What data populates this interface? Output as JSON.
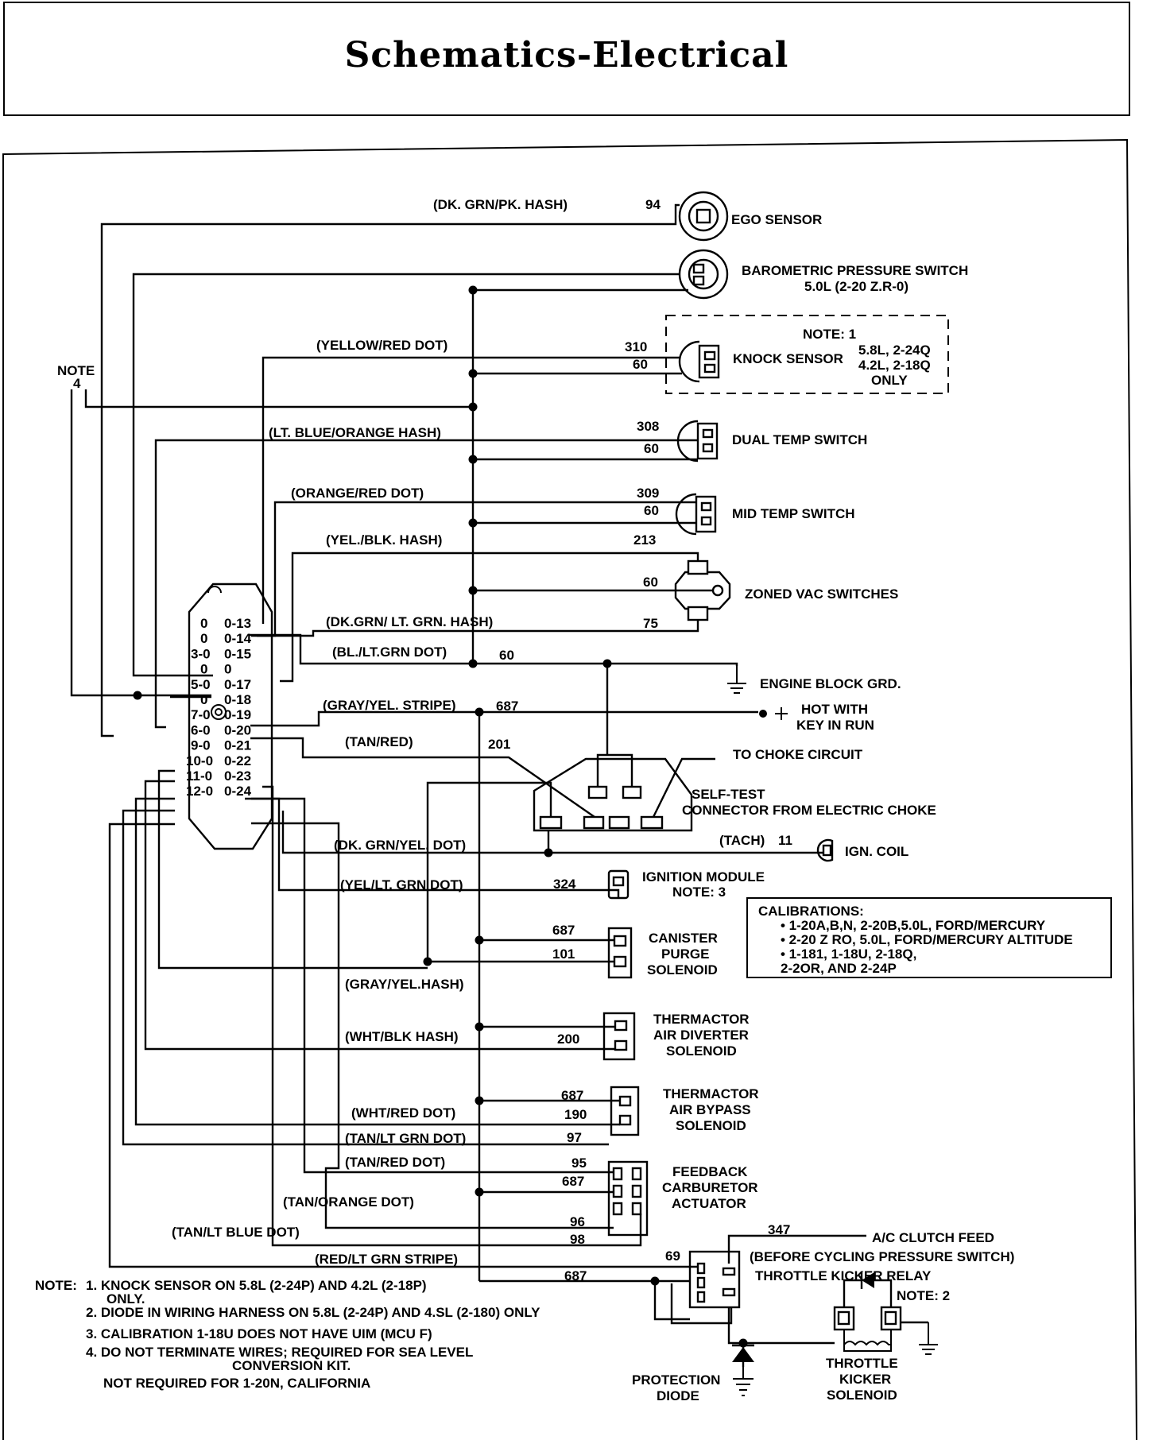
{
  "title": "Schematics-Electrical",
  "note4_label": "NOTE",
  "note4_num": "4",
  "components": {
    "ego": "EGO SENSOR",
    "baro_1": "BAROMETRIC PRESSURE SWITCH",
    "baro_2": "5.0L (2-20 Z.R-0)",
    "knock": "KNOCK SENSOR",
    "note1_title": "NOTE: 1",
    "note1_l1": "5.8L, 2-24Q",
    "note1_l2": "4.2L, 2-18Q",
    "note1_l3": "ONLY",
    "dual_temp": "DUAL TEMP SWITCH",
    "mid_temp": "MID TEMP SWITCH",
    "zoned_vac": "ZONED VAC SWITCHES",
    "engine_grd": "ENGINE BLOCK GRD.",
    "hot_1": "HOT WITH",
    "hot_2": "KEY IN RUN",
    "choke": "TO CHOKE CIRCUIT",
    "selftest_1": "SELF-TEST",
    "selftest_2": "CONNECTOR FROM ELECTRIC CHOKE",
    "ign_coil": "IGN. COIL",
    "ign_mod_1": "IGNITION MODULE",
    "ign_mod_2": "NOTE: 3",
    "canister_1": "CANISTER",
    "canister_2": "PURGE",
    "canister_3": "SOLENOID",
    "tad_1": "THERMACTOR",
    "tad_2": "AIR DIVERTER",
    "tad_3": "SOLENOID",
    "tab_1": "THERMACTOR",
    "tab_2": "AIR BYPASS",
    "tab_3": "SOLENOID",
    "fca_1": "FEEDBACK",
    "fca_2": "CARBURETOR",
    "fca_3": "ACTUATOR",
    "ac_1": "A/C CLUTCH FEED",
    "ac_2": "(BEFORE CYCLING PRESSURE SWITCH)",
    "tk_relay": "THROTTLE KICKER RELAY",
    "note2": "NOTE: 2",
    "prot_1": "PROTECTION",
    "prot_2": "DIODE",
    "tks_1": "THROTTLE",
    "tks_2": "KICKER",
    "tks_3": "SOLENOID"
  },
  "wire_colors": {
    "dk_grn_pk": "(DK. GRN/PK. HASH)",
    "yel_red": "(YELLOW/RED DOT)",
    "lt_blue_orange": "(LT. BLUE/ORANGE HASH)",
    "orange_red": "(ORANGE/RED DOT)",
    "yel_blk": "(YEL./BLK. HASH)",
    "dkgrn_ltgrn": "(DK.GRN/ LT. GRN. HASH)",
    "bl_ltgrn": "(BL./LT.GRN DOT)",
    "gray_yel_stripe": "(GRAY/YEL. STRIPE)",
    "tan_red": "(TAN/RED)",
    "dkgrn_yel": "(DK. GRN/YEL. DOT)",
    "tach": "(TACH)",
    "yel_ltgrn": "(YEL/LT. GRN DOT)",
    "gray_yel_hash": "(GRAY/YEL.HASH)",
    "wht_blk": "(WHT/BLK HASH)",
    "wht_red": "(WHT/RED DOT)",
    "tan_ltgrn": "(TAN/LT GRN DOT)",
    "tan_red_dot": "(TAN/RED DOT)",
    "tan_orange": "(TAN/ORANGE DOT)",
    "tan_ltblue": "(TAN/LT BLUE DOT)",
    "red_ltgrn": "(RED/LT GRN STRIPE)"
  },
  "circuits": {
    "c94": "94",
    "c310": "310",
    "c60a": "60",
    "c308": "308",
    "c60b": "60",
    "c309": "309",
    "c60c": "60",
    "c213": "213",
    "c60d": "60",
    "c75": "75",
    "c60e": "60",
    "c687a": "687",
    "c201": "201",
    "c11": "11",
    "c324": "324",
    "c687b": "687",
    "c101": "101",
    "c200": "200",
    "c687c": "687",
    "c190": "190",
    "c97": "97",
    "c95": "95",
    "c687d": "687",
    "c96": "96",
    "c98": "98",
    "c347": "347",
    "c69": "69",
    "c687e": "687"
  },
  "pins_left": [
    "0",
    "0",
    "3-0",
    "0",
    "5-0",
    "0",
    "7-0",
    "6-0",
    "9-0",
    "10-0",
    "11-0",
    "12-0"
  ],
  "pins_right": [
    "0-13",
    "0-14",
    "0-15",
    "0",
    "0-17",
    "0-18",
    "0-19",
    "0-20",
    "0-21",
    "0-22",
    "0-23",
    "0-24"
  ],
  "calibrations": {
    "title": "CALIBRATIONS:",
    "items": [
      "• 1-20A,B,N,  2-20B,5.0L, FORD/MERCURY",
      "• 2-20 Z RO, 5.0L, FORD/MERCURY ALTITUDE",
      "• 1-181, 1-18U, 2-18Q,",
      "   2-2OR, AND 2-24P"
    ]
  },
  "notes": {
    "head": "NOTE:",
    "n1a": "1. KNOCK SENSOR ON 5.8L (2-24P) AND 4.2L (2-18P)",
    "n1b": "ONLY.",
    "n2": "2. DIODE IN WIRING HARNESS ON 5.8L (2-24P) AND 4.SL (2-180) ONLY",
    "n3": "3. CALIBRATION 1-18U DOES NOT HAVE UIM (MCU F)",
    "n4a": "4. DO NOT TERMINATE WIRES; REQUIRED FOR SEA LEVEL",
    "n4b": "CONVERSION KIT.",
    "n4c": "NOT REQUIRED FOR 1-20N, CALIFORNIA"
  }
}
